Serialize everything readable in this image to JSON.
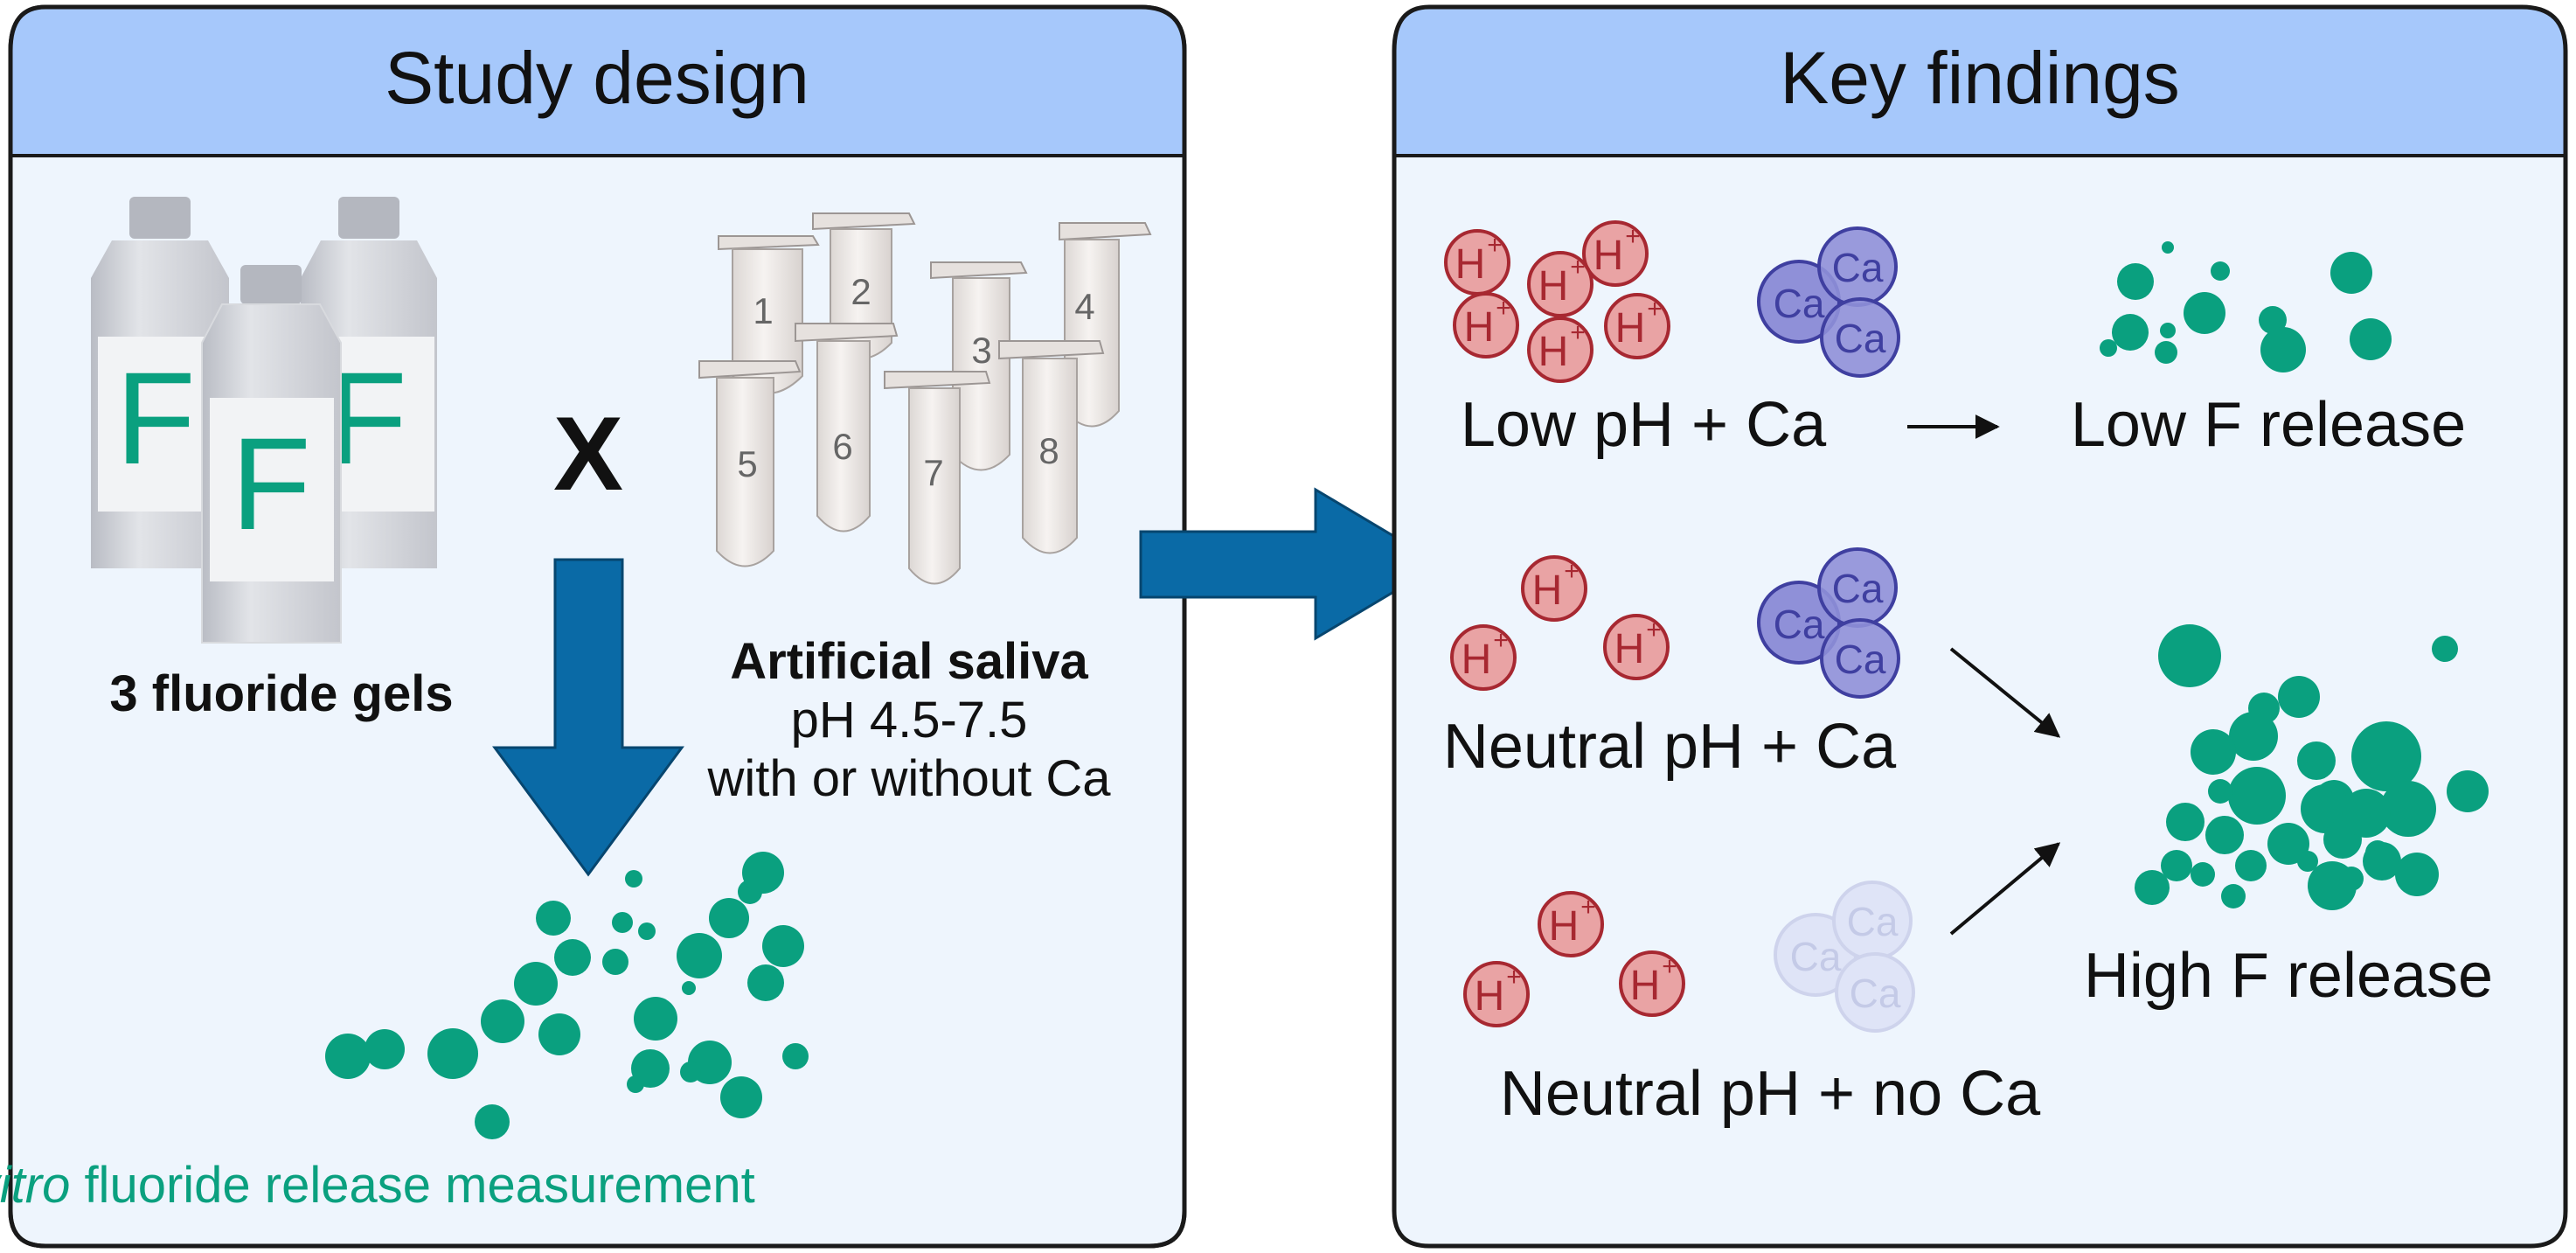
{
  "left_panel": {
    "title": "Study design",
    "gels_label": "3 fluoride gels",
    "gel_letter": "F",
    "cross_symbol": "X",
    "saliva_title": "Artificial saliva",
    "saliva_ph": "pH 4.5-7.5",
    "saliva_ca": "with or without Ca",
    "tube_numbers": [
      "1",
      "2",
      "3",
      "4",
      "5",
      "6",
      "7",
      "8"
    ],
    "measurement_italic": "In vitro",
    "measurement_rest": " fluoride release measurement"
  },
  "right_panel": {
    "title": "Key findings",
    "ion_h": "H",
    "ion_plus": "+",
    "ion_ca": "Ca",
    "row1_label": "Low pH + Ca",
    "row1_result": "Low F release",
    "row2_label": "Neutral pH + Ca",
    "row3_label": "Neutral pH + no Ca",
    "high_result": "High F release"
  },
  "colors": {
    "header_bg": "#a6c8fb",
    "panel_bg": "#eef5fd",
    "arrow_blue": "#0a6aa6",
    "fluoride_green": "#0aa07f",
    "h_ion_fill": "#e9a3a4",
    "h_ion_stroke": "#a72831",
    "ca_fill": "#8f90d8",
    "ca_stroke": "#3f3fa0"
  }
}
